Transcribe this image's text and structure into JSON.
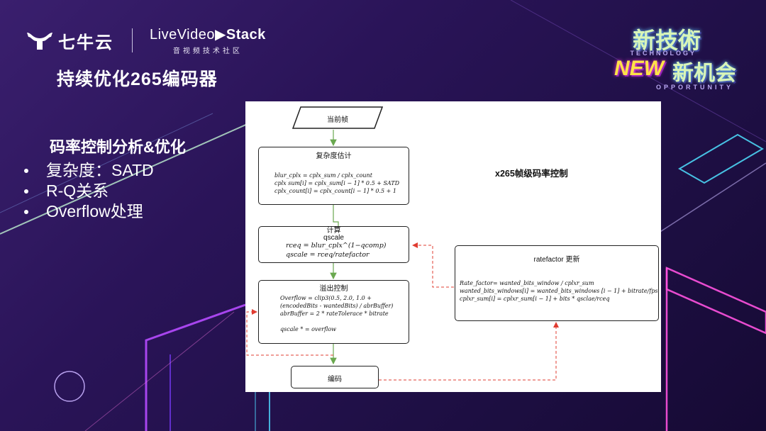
{
  "brand": {
    "company": "七牛云",
    "community_name_prefix": "Live",
    "community_name_mid": "Video",
    "community_name_bold": "Stack",
    "community_sub": "音视频技术社区"
  },
  "event": {
    "line1": "新技術",
    "tech": "TECHNOLOGY",
    "new": "NEW",
    "line2": "新机会",
    "opportunity": "OPPORTUNITY"
  },
  "slide": {
    "title": "持续优化265编码器",
    "subtitle": "码率控制分析&优化",
    "bullets": [
      "复杂度：SATD",
      "R-Q关系",
      "Overflow处理"
    ]
  },
  "diagram": {
    "title": "x265帧级码率控制",
    "start": "当前帧",
    "complexity": {
      "head": "复杂度估计",
      "lines": [
        "blur_cplx = cplx_sum / cplx_count",
        "cplx sum[i] = cplx_sum[i − 1] * 0.5 + SATD",
        "cplx_count[i] = cplx_count[i − 1] * 0.5 + 1"
      ]
    },
    "qscale": {
      "head": "计算 qscale",
      "lines": [
        "rceq = blur_cplx^(1−qcomp)",
        "qscale = rceq/ratefactor"
      ]
    },
    "overflow": {
      "head": "溢出控制",
      "lines": [
        "Overflow = clip3(0.5, 2.0, 1.0 +",
        "(encodedBits - wantedBits) / abrBuffer)",
        "abrBuffer = 2 * rateTolerace * bitrate",
        "",
        "qscale * = overflow"
      ]
    },
    "encode": "编码",
    "ratefactor": {
      "head": "ratefactor 更新",
      "lines": [
        "Rate_factor= wanted_bits_window / cplxr_sum",
        "wanted_bits_windows[i] = wanted_bits_windows [i − 1] + bitrate/fps",
        "cplxr_sum[i] = cplxr_sum[i − 1] + bits * qsclae/rceq"
      ]
    },
    "colors": {
      "solid_arrow": "#6aa84f",
      "dashed_arrow": "#e03c31"
    }
  }
}
